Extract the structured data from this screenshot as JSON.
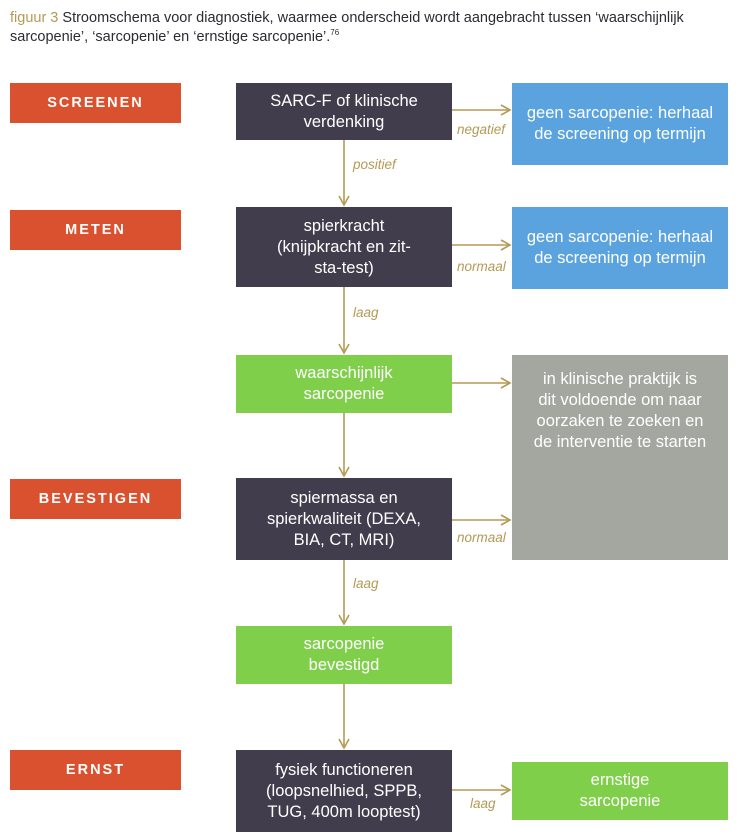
{
  "caption": {
    "figure_label": "figuur 3",
    "text": "Stroomschema voor diagnostiek, waarmee onderscheid wordt aangebracht tussen ‘waarschijnlijk sarcopenie’, ‘sarcopenie’ en ‘ernstige sarcopenie’.",
    "ref": "76"
  },
  "stages": {
    "screenen": "SCREENEN",
    "meten": "METEN",
    "bevestigen": "BEVESTIGEN",
    "ernst": "ERNST"
  },
  "nodes": {
    "sarcf": "SARC-F of klinische verdenking",
    "spierkracht": "spierkracht (knijpkracht en zit-sta-test)",
    "waarschijnlijk": "waarschijnlijk sarcopenie",
    "spiermassa": "spiermassa en spierkwaliteit (DEXA, BIA, CT, MRI)",
    "bevestigd": "sarcopenie bevestigd",
    "fysiek": "fysiek functioneren (loopsnelhied, SPPB, TUG, 400m looptest)",
    "geen1": "geen sarcopenie: herhaal de screening op termijn",
    "geen2": "geen sarcopenie: herhaal de screening op termijn",
    "praktijk": "in klinische praktijk is dit voldoende om naar oorzaken te zoeken en de interventie te starten",
    "ernstig": "ernstige sarcopenie"
  },
  "edge_labels": {
    "negatief": "negatief",
    "positief": "positief",
    "normaal1": "normaal",
    "laag1": "laag",
    "normaal2": "normaal",
    "laag2": "laag",
    "laag3": "laag"
  },
  "colors": {
    "stage": "#d9512e",
    "process": "#413d4c",
    "green": "#7fcf4b",
    "blue": "#5aa3df",
    "grey": "#a4a7a0",
    "arrow": "#b59a55"
  }
}
